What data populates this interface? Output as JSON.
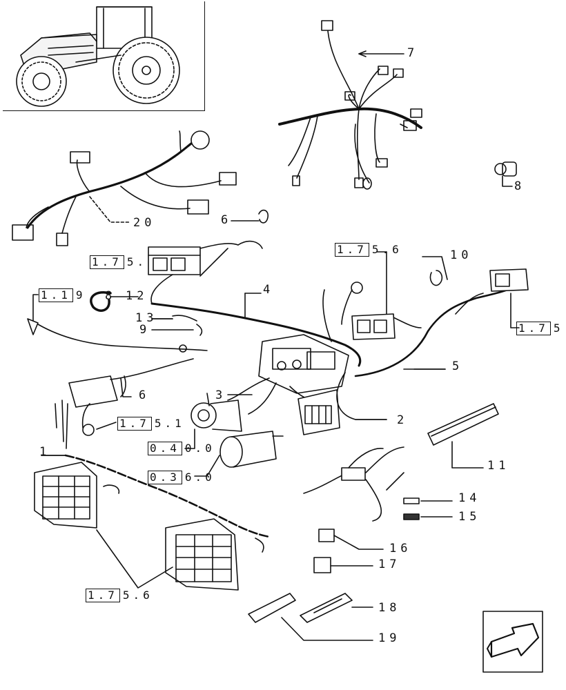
{
  "callouts": {
    "n1": "1",
    "n2": "2",
    "n3": "3",
    "n4": "4",
    "n5": "5",
    "n6a": "6",
    "n6b": "6",
    "n7": "7",
    "n8": "8",
    "n9": "9",
    "n10": "10",
    "n11": "11",
    "n12": "12",
    "n13": "13",
    "n14": "14",
    "n15": "15",
    "n16": "16",
    "n17": "17",
    "n18": "18",
    "n19": "19",
    "n20": "20"
  },
  "refs": {
    "r1": {
      "box": "1.7",
      "rest": "5.6"
    },
    "r2": {
      "box": "1.7",
      "rest": "5."
    },
    "r3": {
      "box": "1.1",
      "rest": "9"
    },
    "r4": {
      "box": "1.7",
      "rest": "5"
    },
    "r5": {
      "box": "1.7",
      "rest": "5.1"
    },
    "r6": {
      "box": "0.4",
      "rest": "0.0"
    },
    "r7": {
      "box": "0.3",
      "rest": "6.0"
    },
    "r8": {
      "box": "1.7",
      "rest": "5.6"
    }
  },
  "icons": {
    "nav": "arrow-down-left-icon"
  }
}
